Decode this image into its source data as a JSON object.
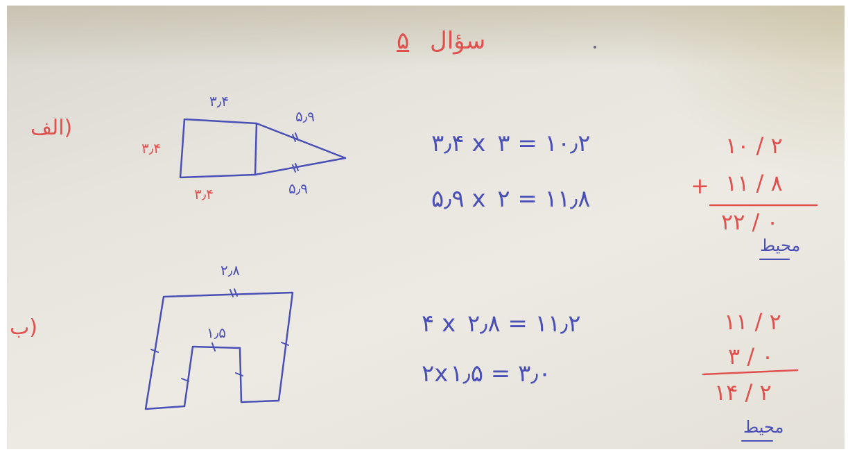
{
  "title": {
    "text": "سؤال",
    "number": "۵"
  },
  "part_a": {
    "label": "الف)",
    "top_dim": "۳٫۴",
    "left_dim": "۳٫۴",
    "bottom_dim": "۳٫۴",
    "upper_slant_dim": "۵٫۹",
    "lower_slant_dim": "۵٫۹",
    "equations": [
      "۳٫۴ x ۳ = ۱۰٫۲",
      "۵٫۹ x ۲ = ۱۱٫۸"
    ],
    "sum": {
      "plus_sign": "+",
      "addends": [
        "۱۰ / ۲",
        "۱۱ / ۸"
      ],
      "result": "۲۲ / ۰",
      "result_label": "محیط"
    }
  },
  "part_b": {
    "label": "ب)",
    "top_dim": "۲٫۸",
    "inner_dim": "۱٫۵",
    "equations": [
      "۴ x ۲٫۸ = ۱۱٫۲",
      "۲x۱٫۵ = ۳٫۰"
    ],
    "sum": {
      "addends": [
        "۱۱ / ۲",
        "۳ / ۰"
      ],
      "result": "۱۴ / ۲",
      "result_label": "محیط"
    }
  },
  "colors": {
    "red_ink": "#e0504f",
    "blue_ink": "#4a4fb6",
    "paper": "#e6e4dc"
  }
}
